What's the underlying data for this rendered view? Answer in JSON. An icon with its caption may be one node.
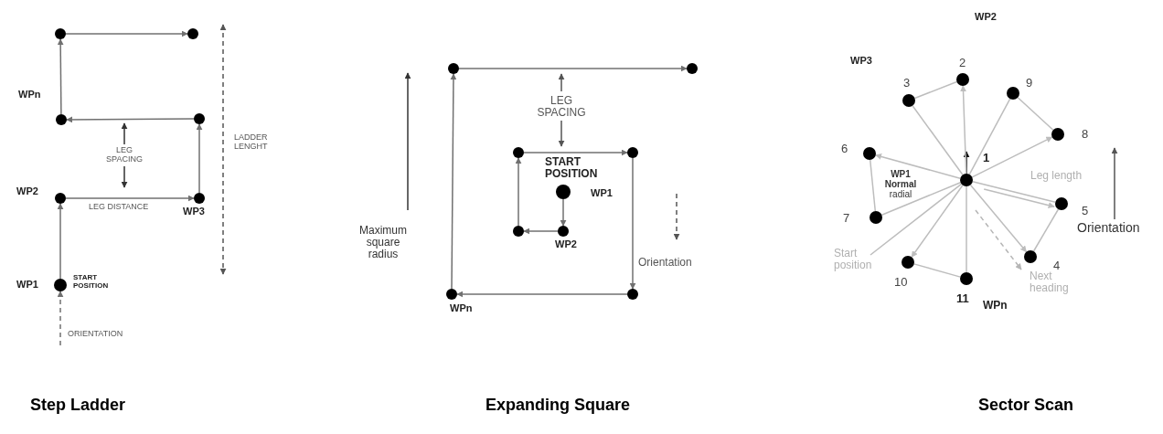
{
  "diagram": {
    "nodes": [
      {
        "text": [],
        "shape": "circle",
        "beside": [
          "WP1",
          "START POSITION"
        ]
      },
      {
        "text": [],
        "shape": "circle",
        "beside": [
          "WP2"
        ]
      },
      {
        "text": [],
        "shape": "circle",
        "beside": [
          "WP3"
        ]
      },
      {
        "text": [],
        "shape": "circle"
      },
      {
        "text": [],
        "shape": "circle"
      },
      {
        "text": [],
        "shape": "circle"
      },
      {
        "text": [],
        "shape": "circle"
      },
      {
        "text": [],
        "shape": "circle",
        "beside": [
          "START POSITION",
          "WP1"
        ]
      },
      {
        "text": [],
        "shape": "circle",
        "beside": [
          "WP2"
        ]
      },
      {
        "text": [],
        "shape": "circle"
      },
      {
        "text": [],
        "shape": "circle"
      },
      {
        "text": [],
        "shape": "circle"
      },
      {
        "text": [],
        "shape": "circle"
      },
      {
        "text": [],
        "shape": "circle",
        "beside": [
          "WPn"
        ]
      },
      {
        "text": [],
        "shape": "circle"
      },
      {
        "text": [],
        "shape": "circle"
      },
      {
        "text": [],
        "shape": "circle",
        "beside": [
          "1"
        ]
      },
      {
        "text": [],
        "shape": "circle",
        "beside": [
          "2"
        ]
      },
      {
        "text": [],
        "shape": "circle",
        "beside": [
          "3"
        ]
      },
      {
        "text": [],
        "shape": "circle",
        "beside": [
          "4"
        ]
      },
      {
        "text": [],
        "shape": "circle",
        "beside": [
          "5"
        ]
      },
      {
        "text": [],
        "shape": "circle",
        "beside": [
          "6"
        ]
      },
      {
        "text": [],
        "shape": "circle",
        "beside": [
          "7"
        ]
      },
      {
        "text": [],
        "shape": "circle",
        "beside": [
          "8"
        ]
      },
      {
        "text": [],
        "shape": "circle",
        "beside": [
          "9"
        ]
      },
      {
        "text": [],
        "shape": "circle",
        "beside": [
          "10"
        ]
      },
      {
        "text": [],
        "shape": "circle",
        "beside": [
          "11",
          "WPn"
        ]
      },
      {
        "text": [
          "Start position"
        ]
      }
    ],
    "edges": [
      {
        "from": 0,
        "to": 1,
        "arrow": "to",
        "color": "#707070"
      },
      {
        "from": 1,
        "to": 2,
        "arrow": "to",
        "color": "#707070"
      },
      {
        "from": 2,
        "to": 3,
        "arrow": "to",
        "color": "#707070"
      },
      {
        "from": 3,
        "to": 4,
        "arrow": "to",
        "color": "#707070"
      },
      {
        "from": 4,
        "to": 5,
        "arrow": "to",
        "color": "#707070"
      },
      {
        "from": 5,
        "to": 6,
        "arrow": "to",
        "color": "#707070"
      },
      {
        "from": null,
        "to": 0,
        "arrow": "to",
        "style": "dashed",
        "color": "#707070"
      },
      {
        "from": 7,
        "to": 8,
        "arrow": "to",
        "color": "#707070"
      },
      {
        "from": 8,
        "to": 9,
        "arrow": "to",
        "color": "#707070"
      },
      {
        "from": 9,
        "to": 10,
        "arrow": "to",
        "color": "#707070"
      },
      {
        "from": 10,
        "to": 11,
        "arrow": "to",
        "color": "#707070"
      },
      {
        "from": 11,
        "to": 12,
        "arrow": "to",
        "color": "#707070"
      },
      {
        "from": 12,
        "to": 13,
        "arrow": "to",
        "color": "#707070"
      },
      {
        "from": 13,
        "to": 14,
        "arrow": "to",
        "color": "#707070"
      },
      {
        "from": 14,
        "to": 15,
        "arrow": "to",
        "color": "#707070"
      },
      {
        "from": 16,
        "to": 17,
        "arrow": "to"
      },
      {
        "from": 17,
        "to": 18,
        "arrow": "none"
      },
      {
        "from": 18,
        "to": 16,
        "arrow": "none"
      },
      {
        "from": 16,
        "to": 19,
        "arrow": "to"
      },
      {
        "from": 19,
        "to": 20,
        "arrow": "none"
      },
      {
        "from": 20,
        "to": 16,
        "arrow": "none"
      },
      {
        "from": 16,
        "to": 20,
        "arrow": "to"
      },
      {
        "from": 16,
        "to": 21,
        "arrow": "to"
      },
      {
        "from": 21,
        "to": 22,
        "arrow": "none"
      },
      {
        "from": 22,
        "to": 16,
        "arrow": "none"
      },
      {
        "from": 16,
        "to": 23,
        "arrow": "to"
      },
      {
        "from": 23,
        "to": 24,
        "arrow": "none"
      },
      {
        "from": 24,
        "to": 16,
        "arrow": "none"
      },
      {
        "from": 16,
        "to": 25,
        "arrow": "to"
      },
      {
        "from": 25,
        "to": 26,
        "arrow": "none"
      },
      {
        "from": 26,
        "to": 16,
        "arrow": "none"
      },
      {
        "from": 27,
        "to": 16,
        "arrow": "none"
      }
    ],
    "labels": [
      "LEG SPACING",
      "LEG DISTANCE",
      "LADDER LENGHT",
      "WPn",
      "ORIENTATION",
      "Step Ladder",
      "LEG SPACING",
      "Maximum square radius",
      "Orientation",
      "Expanding Square",
      "WP2",
      "WP3",
      "**WP1 Normal** radial",
      "Leg length",
      "Orientation",
      "Next heading",
      "Sector Scan"
    ]
  }
}
